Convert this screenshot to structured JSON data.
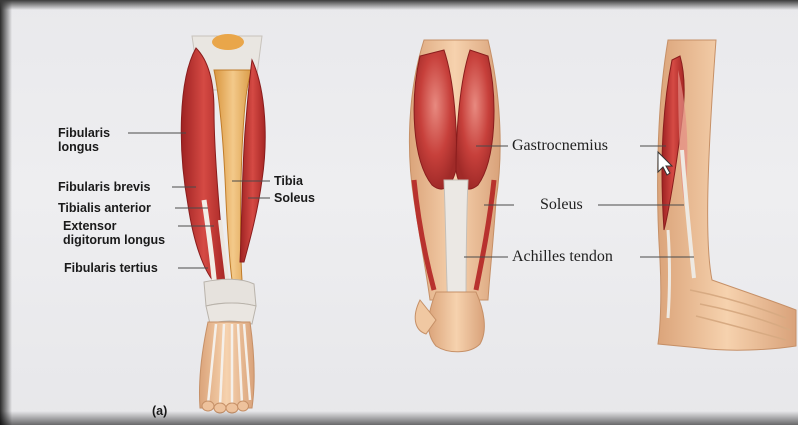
{
  "figure": {
    "panel_label": "(a)",
    "anterior_labels": {
      "fibularis_longus": "Fibularis\nlongus",
      "fibularis_brevis": "Fibularis brevis",
      "tibialis_anterior": "Tibialis anterior",
      "extensor_digitorum_longus": "Extensor\ndigitorum longus",
      "fibularis_tertius": "Fibularis tertius",
      "tibia": "Tibia",
      "soleus": "Soleus"
    },
    "posterior_labels": {
      "gastrocnemius": "Gastrocnemius",
      "soleus": "Soleus",
      "achilles_tendon": "Achilles tendon"
    }
  },
  "colors": {
    "muscle": "#c2312f",
    "muscle_highlight": "#e0645c",
    "tendon": "#e6e1da",
    "bone": "#e9b46a",
    "skin": "#f0c8a2",
    "leader_line": "#4a4a4a"
  },
  "icons": {
    "cursor": "mouse-pointer-icon"
  }
}
